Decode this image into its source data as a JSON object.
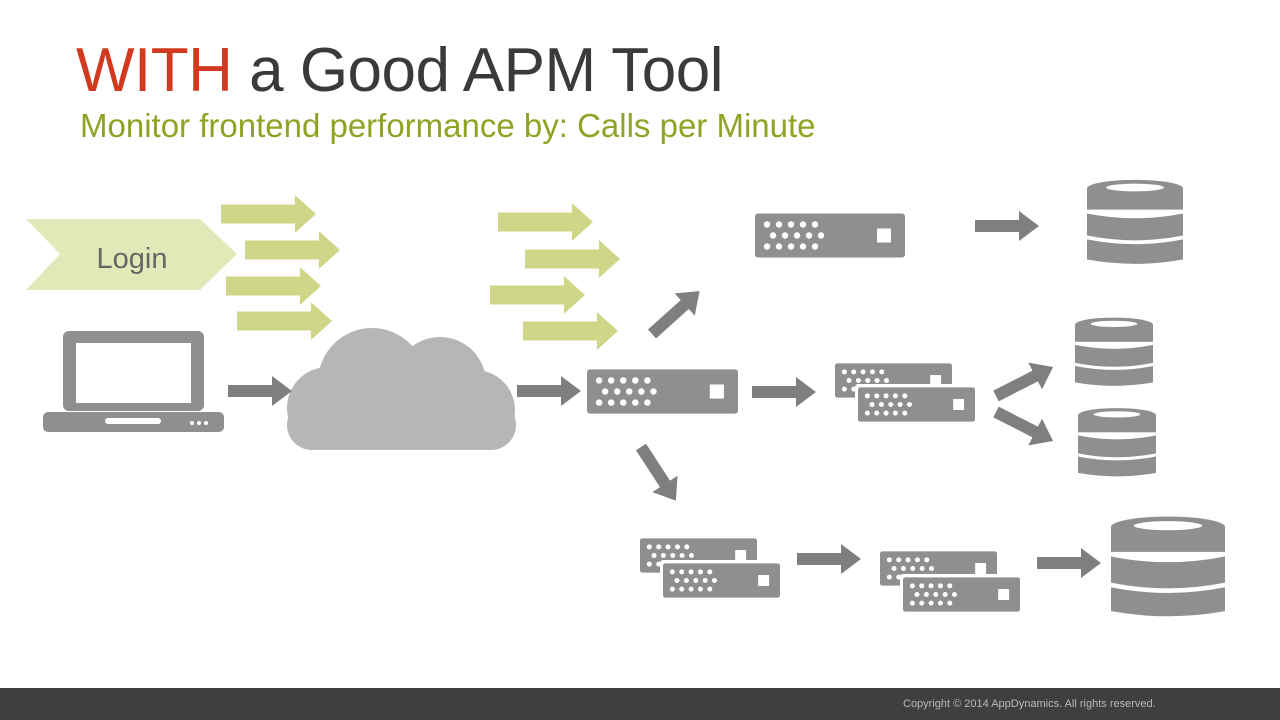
{
  "slide": {
    "title_highlight": "WITH",
    "title_rest": " a Good APM Tool",
    "subtitle": "Monitor frontend performance by: Calls per Minute",
    "copyright": "Copyright © 2014 AppDynamics. All rights reserved."
  },
  "diagram": {
    "login_label": "Login"
  },
  "colors": {
    "title_highlight": "#d23a1f",
    "title_text": "#3a3a3a",
    "subtitle": "#8ea424",
    "green_arrow": "#cfd687",
    "login_tag": "#e3e8b8",
    "gray_arrow": "#7f7f7f",
    "device_gray": "#8f8f8f",
    "cloud_gray": "#b6b6b7",
    "footer_bg": "#3e3f3f"
  }
}
